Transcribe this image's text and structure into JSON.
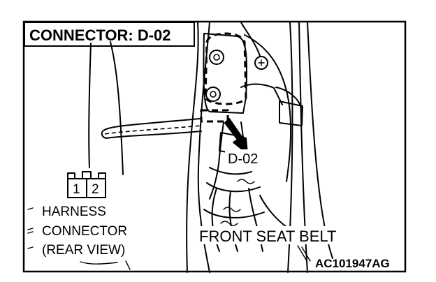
{
  "figure": {
    "title": "CONNECTOR: D-02",
    "callout": "D-02",
    "connector_pins": [
      "1",
      "2"
    ],
    "legend_lines": [
      "HARNESS",
      "CONNECTOR",
      "(REAR VIEW)"
    ],
    "seat_label": "FRONT SEAT BELT",
    "reference_code": "AC101947AG"
  }
}
